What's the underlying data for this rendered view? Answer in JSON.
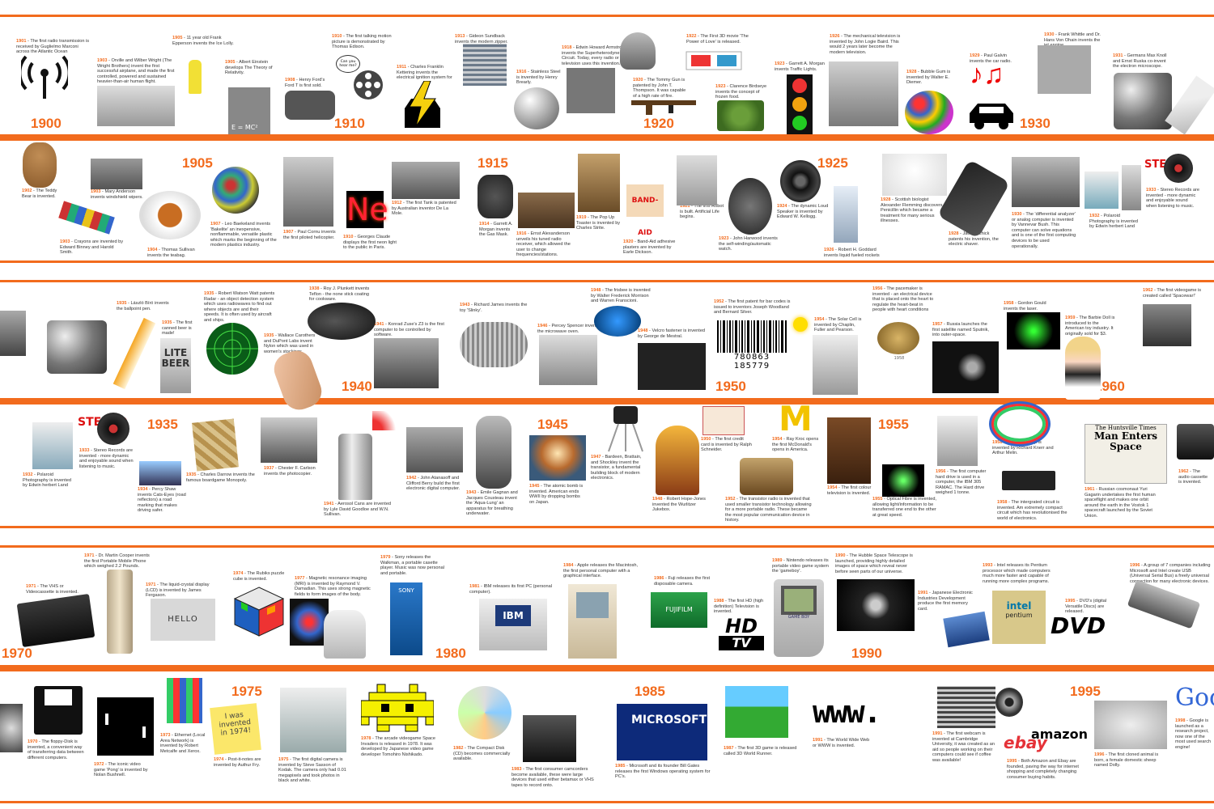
{
  "colors": {
    "accent": "#f26b1d",
    "band": "#f26b1d",
    "text": "#333333"
  },
  "rows": [
    {
      "years": [
        "1900",
        "1905",
        "1910",
        "1915",
        "1920",
        "1925",
        "1930"
      ],
      "events": [
        {
          "y": "1901",
          "t": "The first radio transmission is received by Guglielmo Marconi across the Atlantic Ocean"
        },
        {
          "y": "1903",
          "t": "Orville and Wilber Wright (The Wright Brothers) invent the first successful airplane, and made the first controlled, powered and sustained heavier-than-air human flight."
        },
        {
          "y": "1905",
          "t": "11 year old Frank Epperson invents the Ice Lolly."
        },
        {
          "y": "1905",
          "t": "Albert Einstein develops The Theory of Relativity."
        },
        {
          "y": "1908",
          "t": "Henry Ford's Ford T is first sold."
        },
        {
          "y": "1910",
          "t": "The first talking motion picture is demonstrated by Thomas Edison."
        },
        {
          "y": "1911",
          "t": "Charles Franklin Kettering invents the electrical ignition system for cars."
        },
        {
          "y": "1913",
          "t": "Gideon Sundback invents the modern zipper."
        },
        {
          "y": "1916",
          "t": "Stainless Steel is invented by Henry Brearly."
        },
        {
          "y": "1918",
          "t": "Edwin Howard Armstrong invents the Superheterodyne Radio Circuit. Today, every radio or television uses this invention."
        },
        {
          "y": "1920",
          "t": "The Tommy Gun is patented by John T. Thompson. It was capable of a high rate of fire."
        },
        {
          "y": "1922",
          "t": "The First 3D movie 'The Power of Love' is released."
        },
        {
          "y": "1923",
          "t": "Clarence Birdseye invents the concept of frozen food."
        },
        {
          "y": "1923",
          "t": "Garrett A. Morgan invents Traffic Lights."
        },
        {
          "y": "1926",
          "t": "The mechanical television is invented by John Logie Baird. This would 2 years later become the modern television."
        },
        {
          "y": "1928",
          "t": "Bubble Gum is invented by Walter E. Diemer."
        },
        {
          "y": "1929",
          "t": "Paul Galvin invents the car radio."
        },
        {
          "y": "1930",
          "t": "Frank Whittle and Dr. Hans Von Ohain invents the jet engine."
        },
        {
          "y": "1931",
          "t": "Germans Max Knoll and Ernst Ruska co-invent the electron microscope."
        },
        {
          "y": "1902",
          "t": "The Teddy Bear is invented."
        },
        {
          "y": "1903",
          "t": "Mary Anderson invents windshield wipers."
        },
        {
          "y": "1903",
          "t": "Crayons are invented by Edward Binney and Harold Smith."
        },
        {
          "y": "1904",
          "t": "Thomas Sullivan invents the teabag."
        },
        {
          "y": "1907",
          "t": "Leo Baekeland invents 'Bakelite' an inexpensive, nonflammable, versatile plastic which marks the beginning of the modern plastics industry."
        },
        {
          "y": "1907",
          "t": "Paul Cornu invents the first piloted helicopter."
        },
        {
          "y": "1910",
          "t": "Georges Claude displays the first neon light to the public in Paris."
        },
        {
          "y": "1912",
          "t": "The first Tank is patented by Australian inventor De La Mole."
        },
        {
          "y": "1914",
          "t": "Garrett A. Morgan invents the Gas Mask."
        },
        {
          "y": "1916",
          "t": "Ernst Alexanderson unveils his tuned radio receiver, which allowed the user to change frequencies/stations."
        },
        {
          "y": "1919",
          "t": "The Pop Up Toaster is invented by Charles Strite."
        },
        {
          "y": "1920",
          "t": "Band-Aid adhesive plasters are invented by Earle Dickson."
        },
        {
          "y": "1921",
          "t": "The first Robot is built. Artificial Life begins."
        },
        {
          "y": "1923",
          "t": "John Harwood invents the self-winding/automatic watch."
        },
        {
          "y": "1924",
          "t": "The dynamic Loud Speaker is invented by Edward W. Kellogg."
        },
        {
          "y": "1926",
          "t": "Robert H. Goddard invents liquid fueled rockets"
        },
        {
          "y": "1928",
          "t": "Scottish biologist Alexander Flemming discovers Penicillin which became a treatment for many serious illnesses."
        },
        {
          "y": "1928",
          "t": "Jacob Schick patents his invention, the electric shaver."
        },
        {
          "y": "1930",
          "t": "The 'differential analyzer' or analog computer is invented by Vannevar Bush. This computer can solve equations and is one of the first computing devices to be used operationally."
        },
        {
          "y": "1932",
          "t": "Polaroid Photography is invented by Edwin herbert Land"
        },
        {
          "y": "1933",
          "t": "Stereo Records are invented - more dynamic and enjoyable sound when listening to music."
        }
      ]
    },
    {
      "years": [
        "1935",
        "1940",
        "1945",
        "1950",
        "1955",
        "1960"
      ],
      "events": [
        {
          "y": "1935",
          "t": "László Bíró invents the ballpoint pen."
        },
        {
          "y": "1935",
          "t": "The first canned beer is made!"
        },
        {
          "y": "1935",
          "t": "Robert Watson Watt patents Radar - an object detection system which uses radiowaves to find out where objects are and their speeds. It is often used by aircraft and ships."
        },
        {
          "y": "1935",
          "t": "Wallace Carothers and DuPont Labs invent Nylon which was used in women's stockings."
        },
        {
          "y": "1938",
          "t": "Roy J. Plunkett invents Teflon - the none stick coating for cookware."
        },
        {
          "y": "1941",
          "t": "Konrad Zuse's Z3 is the first computer to be controlled by software."
        },
        {
          "y": "1943",
          "t": "Richard James invents the toy 'Slinky'."
        },
        {
          "y": "1946",
          "t": "Percey Spencer invents the microwave oven."
        },
        {
          "y": "1948",
          "t": "The frisbee is invented by Walter Frederick Morrison and Warren Franscioni."
        },
        {
          "y": "1948",
          "t": "Velcro fastener is invented by George de Mestral."
        },
        {
          "y": "1952",
          "t": "The first patent for bar codes is issued to inventors Joseph Woodland and Bernard Silver."
        },
        {
          "y": "1954",
          "t": "The Solar Cell is invented by Chaplin, Fuller and Pearson."
        },
        {
          "y": "1956",
          "t": "The pacemaker is invented - an electrical device that is placed onto the heart to regulate the heart-beat in people with heart conditions"
        },
        {
          "y": "1957",
          "t": "Russia launches the first satellite named Sputnik, into outer-space."
        },
        {
          "y": "1958",
          "t": "Gordon Gould invents the laser."
        },
        {
          "y": "1959",
          "t": "The Barbie Doll is introduced to the American toy industry. It originally sold for $3."
        },
        {
          "y": "1962",
          "t": "The first videogame is created called 'Spacewar!'"
        },
        {
          "y": "1932",
          "t": "Polaroid Photography is invented by Edwin herbert Land"
        },
        {
          "y": "1933",
          "t": "Stereo Records are invented - more dynamic and enjoyable sound when listening to music."
        },
        {
          "y": "1934",
          "t": "Percy Shaw invents Cats-Eyes (road reflectors) a road marking that makes driving safer."
        },
        {
          "y": "1935",
          "t": "Charles Darrow invents the famous boardgame Monopoly."
        },
        {
          "y": "1937",
          "t": "Chester F. Carlson invents the photocopier."
        },
        {
          "y": "1941",
          "t": "Aerosol Cans are invented by Lyle David Goodloe and W.N. Sullivan."
        },
        {
          "y": "1942",
          "t": "John Atanasoff and Clifford Berry build the first electronic digital computer."
        },
        {
          "y": "1943",
          "t": "Emile Gagnan and Jacques Cousteau invent the 'Aqua-Lung' an apparatus for breathing underwater."
        },
        {
          "y": "1945",
          "t": "The atomic bomb is invented. American ends WWII by dropping bombs on Japan."
        },
        {
          "y": "1947",
          "t": "Bardeen, Brattain, and Shockley invent the transistor, a fundamental building block of modern electronics."
        },
        {
          "y": "1948",
          "t": "Robert Hope-Jones invented the Wurlitzer Jukebox."
        },
        {
          "y": "1950",
          "t": "The first credit card is invented by Ralph Schneider."
        },
        {
          "y": "1952",
          "t": "The transistor radio is invented that used smaller transistor technology allowing for a more portable radio. These became the most popular communication device in history."
        },
        {
          "y": "1954",
          "t": "Ray Kroc opens the first McDonald's opens in America."
        },
        {
          "y": "1954",
          "t": "The first colour television is invented."
        },
        {
          "y": "1955",
          "t": "Optical Fibre is invented, allowing light/information to be transferred one end to the other at great speed."
        },
        {
          "y": "1956",
          "t": "The first computer hard drive is used in a computer, the IBM 305 RAMAC. The Hard drive weighed 1 tonne."
        },
        {
          "y": "1958",
          "t": "The Hula-Hoop is invented by Richard Knerr and Arthur Melin."
        },
        {
          "y": "1958",
          "t": "The intergrated circuit is invented. Am extremely compact circuit which has revolutionised the world of electronics."
        },
        {
          "y": "1961",
          "t": "Russian cosmonaut Yuri Gagarin undertakes the first human spaceflight and makes one orbit around the earth in the Vostok 1 spacecraft launched by the Soviet Union."
        },
        {
          "y": "1962",
          "t": "The audio cassette is invented."
        }
      ]
    },
    {
      "years": [
        "1970",
        "1975",
        "1980",
        "1985",
        "1990",
        "1995"
      ],
      "events": [
        {
          "y": "1971",
          "t": "Dr. Martin Cooper invents the first Portable Mobile Phone which weighed 2.2 Pounds."
        },
        {
          "y": "1971",
          "t": "The VHS or Videocassette is invented."
        },
        {
          "y": "1971",
          "t": "The liquid-crystal display (LCD) is invented by James Fergason."
        },
        {
          "y": "1974",
          "t": "The Rubiks puzzle cube is invented."
        },
        {
          "y": "1977",
          "t": "Magnetic resonance imaging (MRI) is invented by Raymond V. Damadian. This uses strong magnetic fields to form images of the body."
        },
        {
          "y": "1979",
          "t": "Sony releases the Walkman, a portable casette player. Music was now personal and portable."
        },
        {
          "y": "1981",
          "t": "IBM releases its first PC (personal computer)."
        },
        {
          "y": "1984",
          "t": "Apple releases the Macintosh, the first personal computer with a graphical interface."
        },
        {
          "y": "1986",
          "t": "Fuji releases the first disposable camera."
        },
        {
          "y": "1988",
          "t": "The first HD (high definition) Television is invented."
        },
        {
          "y": "1989",
          "t": "Nintendo releases its portable video game system the 'gameboy'."
        },
        {
          "y": "1990",
          "t": "The Hubble Space Telescope is launched, providing highly detailed images of space which reveal never before seen parts of our universe."
        },
        {
          "y": "1991",
          "t": "Japanese Electronic Industries Development produce the first memory card."
        },
        {
          "y": "1993",
          "t": "Intel releases its Pentium processor which made computers much more faster and capable of running more complex programs."
        },
        {
          "y": "1995",
          "t": "DVD's (digital Versatile Discs) are released."
        },
        {
          "y": "1996",
          "t": "A group of 7 companies including Microsoft and Intel create USB (Universal Serial Bus) a freely universal connection for many electronic devices."
        },
        {
          "y": "1970",
          "t": "The floppy-Disk is invented, a convenient way of transferring data between different computers."
        },
        {
          "y": "1972",
          "t": "The iconic video game 'Pong' is invented by Nolan Bushnell."
        },
        {
          "y": "1973",
          "t": "Ethernet (Local Area Network) is invented by Robert Metcalfe and Xerox."
        },
        {
          "y": "1974",
          "t": "Post-it-notes are invented by Authur Fry."
        },
        {
          "y": "1975",
          "t": "The first digital camera is invented by Steve Sasson of Kodak. The camera only had 0.01 megapixels and took photos in black and white."
        },
        {
          "y": "1978",
          "t": "The arcade videogame Space Invaders is released in 1978. It was developed by Japanese video game developer Tomohiro Nishikado."
        },
        {
          "y": "1982",
          "t": "The Compact Disk (CD) becomes commercially available."
        },
        {
          "y": "1983",
          "t": "The first consumer camcorders become available, these were large devices that used either betamax or VHS tapes to record onto."
        },
        {
          "y": "1985",
          "t": "Microsoft and its founder Bill Gates releases the first Windows operating system for PC's."
        },
        {
          "y": "1987",
          "t": "The first 3D game is released called 3D World Runner."
        },
        {
          "y": "1991",
          "t": "The World Wide Web or WWW is invented."
        },
        {
          "y": "1991",
          "t": "The first webcam is invented at Cambridge University, it was created as an aid so people working on their computers could see if coffee was available!"
        },
        {
          "y": "1995",
          "t": "Both Amazon and Ebay are founded, paving the way for internet shopping and completely changing consumer buying habits."
        },
        {
          "y": "1996",
          "t": "The first cloned animal is born, a female domestic sheep named Dolly."
        },
        {
          "y": "1998",
          "t": "Google is launched as a research project, now one of the most used search engine!"
        }
      ]
    }
  ],
  "picture_text": {
    "einstein": "E = MC²",
    "speech": "Can you hear me?",
    "neon": "Ne",
    "bandaid": "BAND-AID",
    "beer": "LITE BEER",
    "barcode": "780863 185779",
    "stereo": "STEREO",
    "mcdonalds": "M",
    "newspaper": "Man Enters Space",
    "newspaper_masthead": "The Huntsville Times",
    "hello": "HELLO",
    "ibm": "IBM",
    "hd": "HD",
    "tv": "TV",
    "intel": "intel",
    "pentium": "pentium",
    "dvd": "DVD",
    "microsoft": "MICROSOFT",
    "www": "www.",
    "ebay": "ebay",
    "amazon": "amazon",
    "google": "Goo",
    "postit": "I was invented in 1974!",
    "gameboy": "GAME BOY",
    "fuji": "FUJIFILM",
    "sony": "SONY",
    "memory": "1958"
  }
}
